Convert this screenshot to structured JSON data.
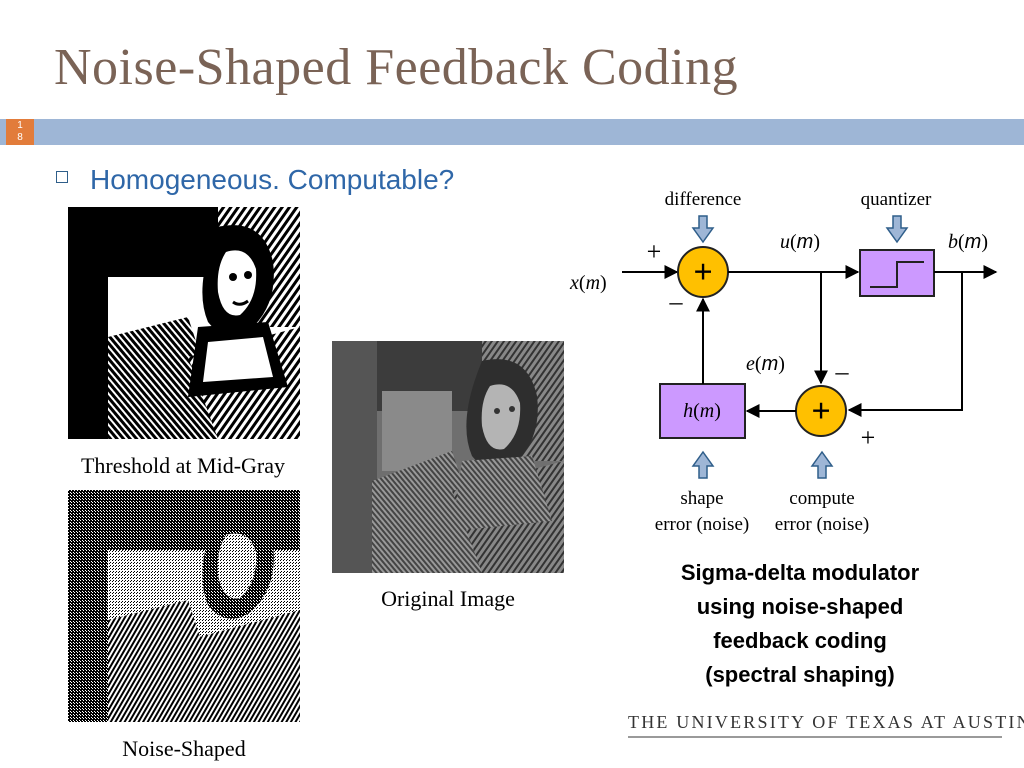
{
  "slide": {
    "title": "Noise-Shaped Feedback Coding",
    "number_line1": "1",
    "number_line2": "8",
    "bullet": "Homogeneous.  Computable?"
  },
  "images": {
    "threshold_caption": "Threshold at Mid-Gray",
    "noise_shaped_caption": "Noise-Shaped",
    "original_caption": "Original Image"
  },
  "diagram": {
    "difference_label": "difference",
    "quantizer_label": "quantizer",
    "u_label_var": "u",
    "b_label_var": "b",
    "x_label_var": "x",
    "e_label_var": "e",
    "h_label_var": "h",
    "m": "m",
    "open_paren": "(",
    "close_paren": ")",
    "plus_sign": "+",
    "minus_sign": "–",
    "shape_line1": "shape",
    "shape_line2": "error (noise)",
    "compute_line1": "compute",
    "compute_line2": "error (noise)",
    "colors": {
      "adder": "#ffc000",
      "block": "#cc99ff",
      "arrow_fill": "#9eb6d6"
    }
  },
  "summary": {
    "line1": "Sigma-delta modulator",
    "line2": "using noise-shaped",
    "line3": "feedback coding",
    "line4": "(spectral shaping)"
  },
  "footer": {
    "logo_text": "THE UNIVERSITY OF TEXAS AT AUSTIN"
  }
}
